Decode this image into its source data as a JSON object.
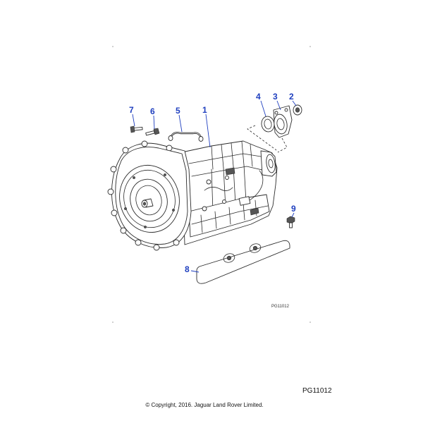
{
  "colors": {
    "callout": "#1f3fbf",
    "line_art": "#2b2b2b"
  },
  "callouts": [
    {
      "number": "1"
    },
    {
      "number": "2"
    },
    {
      "number": "3"
    },
    {
      "number": "4"
    },
    {
      "number": "5"
    },
    {
      "number": "6"
    },
    {
      "number": "7"
    },
    {
      "number": "8"
    },
    {
      "number": "9"
    }
  ],
  "diagram": {
    "plate_code": "PG11012"
  },
  "footer": {
    "plate_code": "PG11012",
    "copyright": "© Copyright, 2016. Jaguar Land Rover Limited."
  }
}
